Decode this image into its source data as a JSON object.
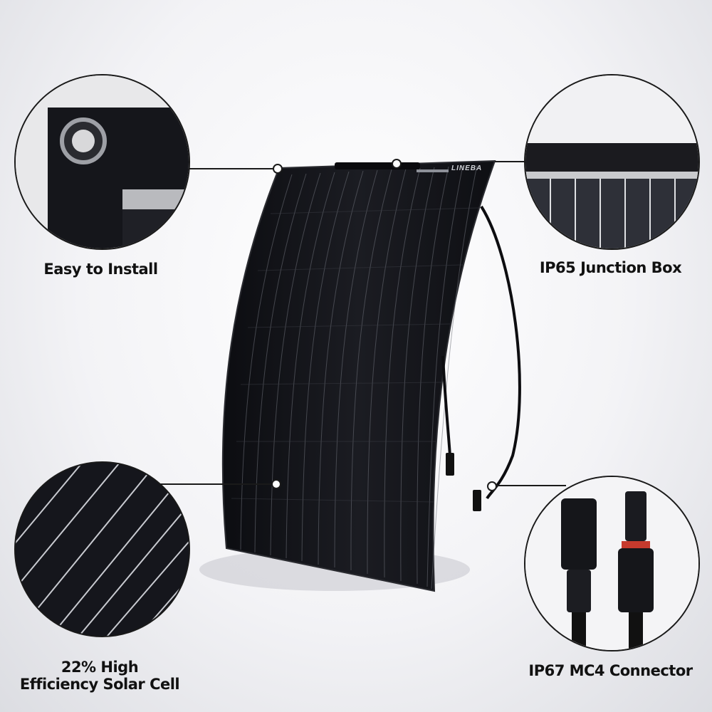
{
  "brand": "LINEBA",
  "features": [
    {
      "id": "easy-install",
      "label": "Easy to Install"
    },
    {
      "id": "junction-box",
      "label": "IP65 Junction Box"
    },
    {
      "id": "solar-cell",
      "label_line1": "22% High",
      "label_line2": "Efficiency Solar Cell"
    },
    {
      "id": "connector",
      "label": "IP67 MC4 Connector"
    }
  ],
  "colors": {
    "panel": "#15161b",
    "grid": "#8a8d96",
    "line": "#1a1a1a",
    "background": "#f3f3f6"
  }
}
